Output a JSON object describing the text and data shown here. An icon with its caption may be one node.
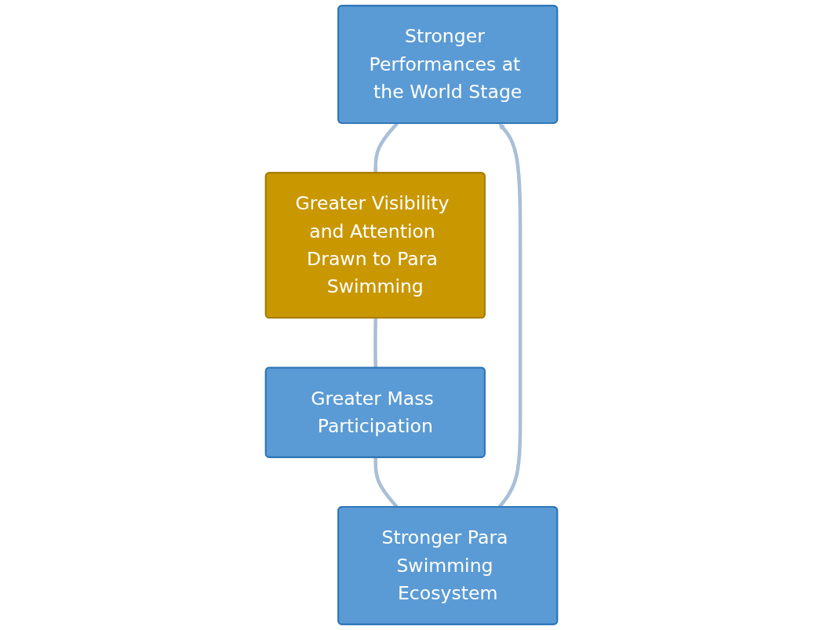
{
  "diagram": {
    "nodes": [
      {
        "text": [
          "Stronger Performances at the World Stage"
        ]
      },
      {
        "text": [
          "Greater Visibility and Attention Drawn to Para Swimming"
        ]
      },
      {
        "text": [
          "Greater Mass Participation"
        ]
      },
      {
        "text": [
          "Stronger Para Swimming Ecosystem"
        ]
      }
    ],
    "edges": [
      {
        "from": 0,
        "to": 1,
        "arrow": "none"
      },
      {
        "from": 1,
        "to": 2,
        "arrow": "none"
      },
      {
        "from": 2,
        "to": 3,
        "arrow": "none"
      },
      {
        "from": 3,
        "to": 0,
        "arrow": "to"
      }
    ]
  }
}
